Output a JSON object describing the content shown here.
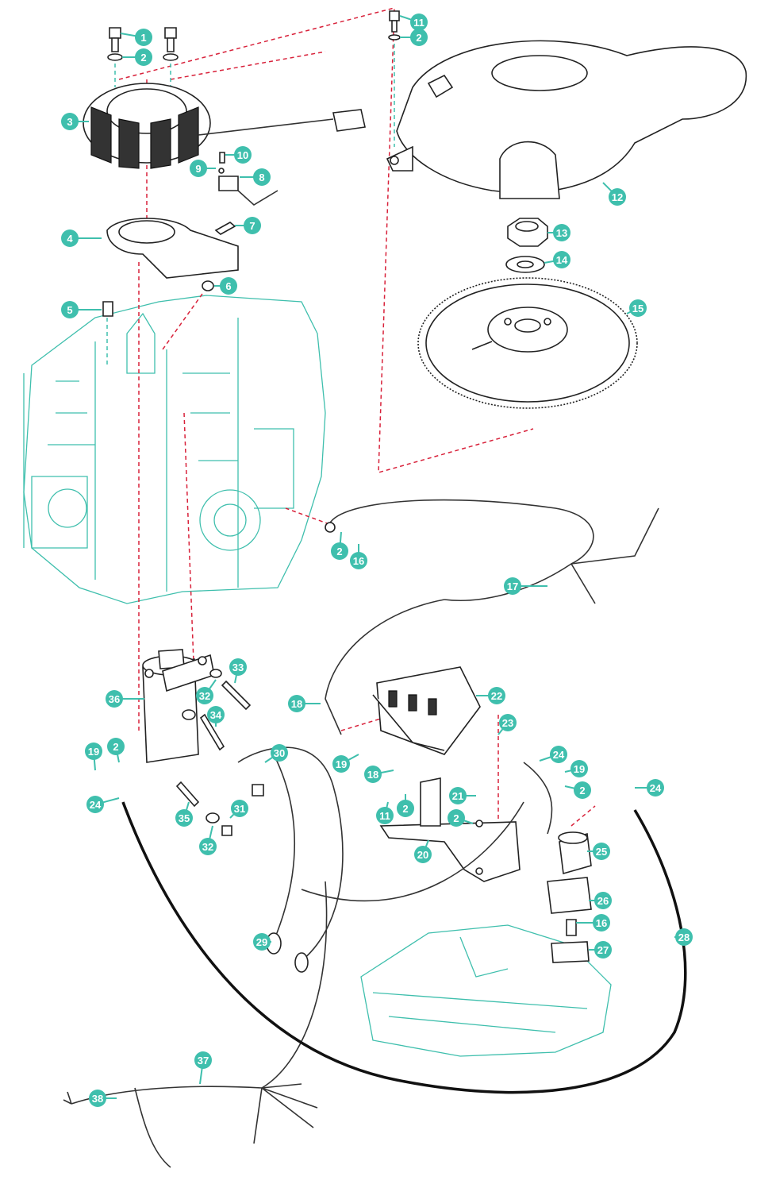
{
  "diagram": {
    "accent_color": "#3fbfad",
    "leader_color": "#d8213a",
    "callouts": [
      {
        "id": "c1",
        "label": "1"
      },
      {
        "id": "c2a",
        "label": "2"
      },
      {
        "id": "c3",
        "label": "3"
      },
      {
        "id": "c4",
        "label": "4"
      },
      {
        "id": "c5",
        "label": "5"
      },
      {
        "id": "c6",
        "label": "6"
      },
      {
        "id": "c7",
        "label": "7"
      },
      {
        "id": "c8",
        "label": "8"
      },
      {
        "id": "c9",
        "label": "9"
      },
      {
        "id": "c10",
        "label": "10"
      },
      {
        "id": "c11a",
        "label": "11"
      },
      {
        "id": "c2b",
        "label": "2"
      },
      {
        "id": "c12",
        "label": "12"
      },
      {
        "id": "c13",
        "label": "13"
      },
      {
        "id": "c14",
        "label": "14"
      },
      {
        "id": "c15",
        "label": "15"
      },
      {
        "id": "c2c",
        "label": "2"
      },
      {
        "id": "c16a",
        "label": "16"
      },
      {
        "id": "c17",
        "label": "17"
      },
      {
        "id": "c33",
        "label": "33"
      },
      {
        "id": "c36",
        "label": "36"
      },
      {
        "id": "c32a",
        "label": "32"
      },
      {
        "id": "c34",
        "label": "34"
      },
      {
        "id": "c19a",
        "label": "19"
      },
      {
        "id": "c2d",
        "label": "2"
      },
      {
        "id": "c24a",
        "label": "24"
      },
      {
        "id": "c30",
        "label": "30"
      },
      {
        "id": "c35",
        "label": "35"
      },
      {
        "id": "c31",
        "label": "31"
      },
      {
        "id": "c32b",
        "label": "32"
      },
      {
        "id": "c18a",
        "label": "18"
      },
      {
        "id": "c22",
        "label": "22"
      },
      {
        "id": "c23",
        "label": "23"
      },
      {
        "id": "c19b",
        "label": "19"
      },
      {
        "id": "c18b",
        "label": "18"
      },
      {
        "id": "c24b",
        "label": "24"
      },
      {
        "id": "c19c",
        "label": "19"
      },
      {
        "id": "c21",
        "label": "21"
      },
      {
        "id": "c11b",
        "label": "11"
      },
      {
        "id": "c2e",
        "label": "2"
      },
      {
        "id": "c2f",
        "label": "2"
      },
      {
        "id": "c2g",
        "label": "2"
      },
      {
        "id": "c24c",
        "label": "24"
      },
      {
        "id": "c20",
        "label": "20"
      },
      {
        "id": "c25",
        "label": "25"
      },
      {
        "id": "c26",
        "label": "26"
      },
      {
        "id": "c16b",
        "label": "16"
      },
      {
        "id": "c27",
        "label": "27"
      },
      {
        "id": "c28",
        "label": "28"
      },
      {
        "id": "c29",
        "label": "29"
      },
      {
        "id": "c37",
        "label": "37"
      },
      {
        "id": "c38",
        "label": "38"
      }
    ]
  }
}
